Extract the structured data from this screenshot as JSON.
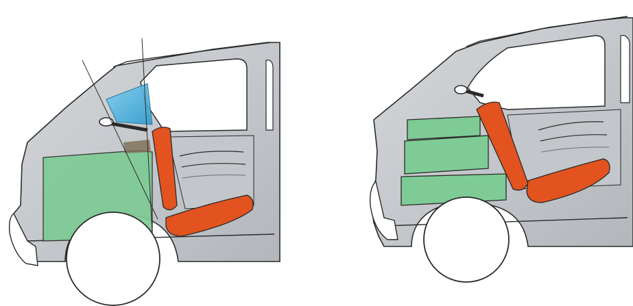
{
  "colors": {
    "background": "#ffffff",
    "body_shade": "#c9ccd0",
    "body_mid": "#b6babf",
    "body_light": "#e2e4e6",
    "outline": "#2a2a2a",
    "seat": "#e2531f",
    "seat_dark": "#b9401a",
    "cargo": "#7ecb95",
    "cargo_dark": "#5aa874",
    "sight_zone": "#4ab3df",
    "sight_zone_dark": "#2f8fc0",
    "wheel": "#ffffff"
  },
  "panels": [
    {
      "id": "left",
      "caption": "",
      "cargo_boxes": 1,
      "shows_sightlines": true
    },
    {
      "id": "right",
      "caption": "",
      "cargo_boxes": 3,
      "shows_sightlines": false
    }
  ]
}
